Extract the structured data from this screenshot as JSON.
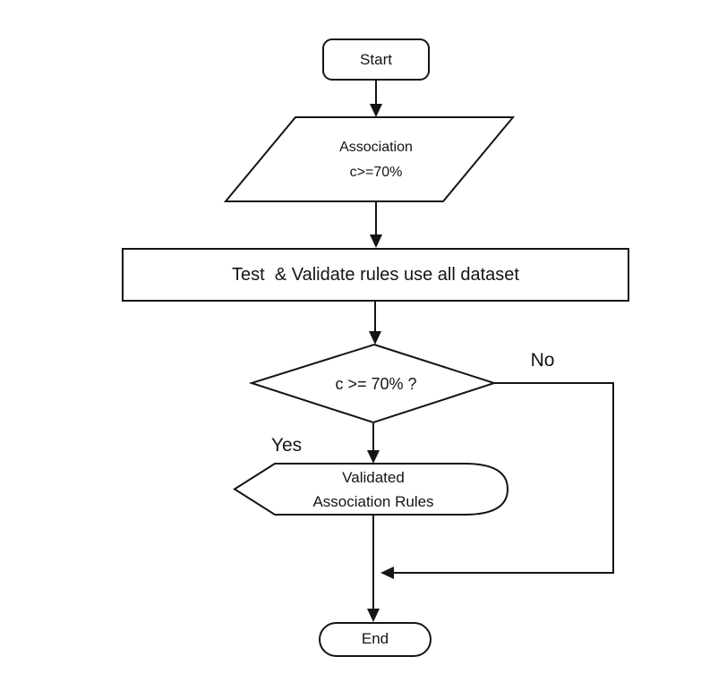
{
  "nodes": {
    "start": {
      "label": "Start"
    },
    "association_input": {
      "line1": "Association",
      "line2": "c>=70%"
    },
    "test_validate": {
      "label": "Test  & Validate rules use all dataset"
    },
    "decision": {
      "label": "c >= 70% ?"
    },
    "validated_rules": {
      "line1": "Validated",
      "line2": "Association Rules"
    },
    "end": {
      "label": "End"
    }
  },
  "edges": {
    "yes_label": "Yes",
    "no_label": "No"
  },
  "colors": {
    "line": "#141414",
    "background": "#ffffff"
  }
}
